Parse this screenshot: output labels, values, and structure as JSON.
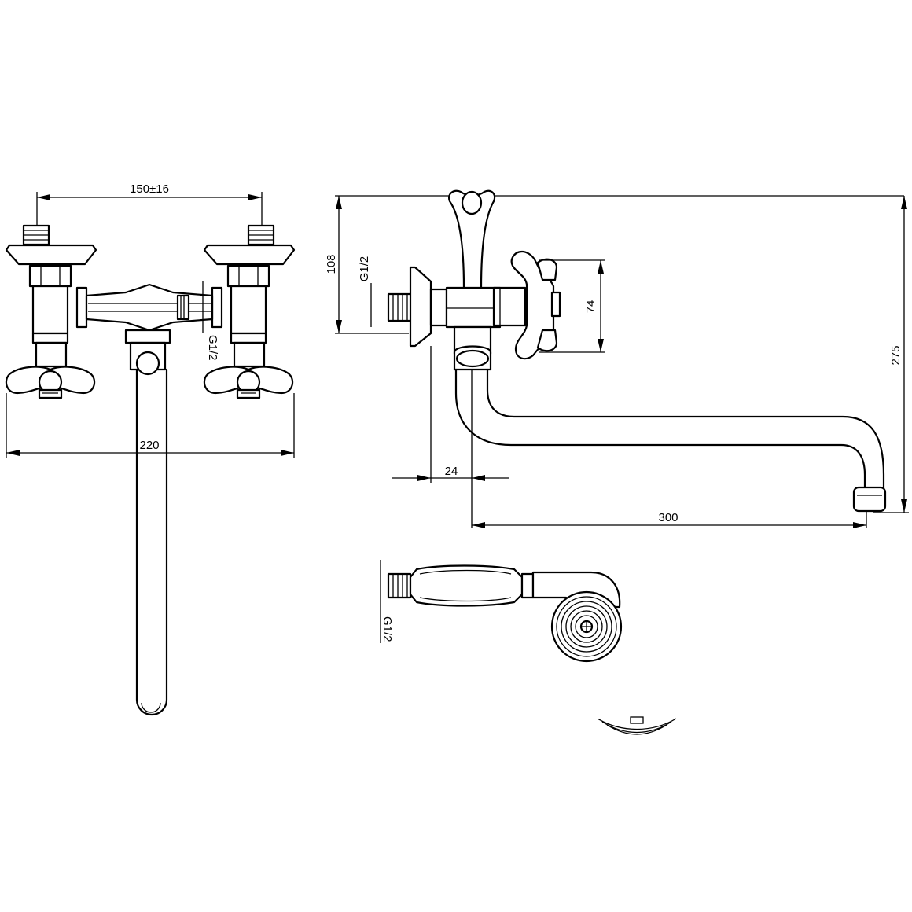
{
  "front_view": {
    "dim_width_spacing": "150±16",
    "dim_overall_width": "220",
    "label_thread": "G1/2"
  },
  "side_view": {
    "dim_height_108": "108",
    "dim_height_74": "74",
    "dim_overall_height": "275",
    "dim_spout_reach": "300",
    "dim_depth_24": "24",
    "label_thread": "G1/2"
  },
  "hand_shower": {
    "label_thread": "G1/2"
  },
  "colors": {
    "line": "#000000",
    "background": "#ffffff"
  }
}
